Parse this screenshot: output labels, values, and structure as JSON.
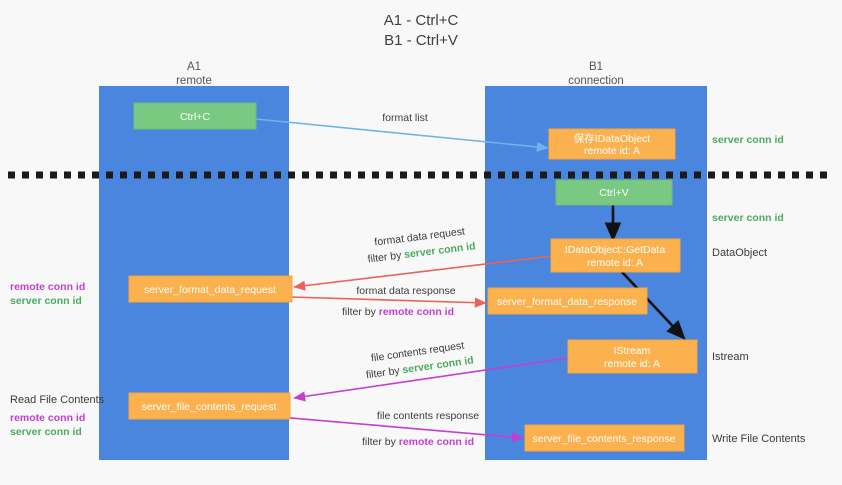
{
  "title": {
    "line1": "A1 - Ctrl+C",
    "line2": "B1 - Ctrl+V"
  },
  "lanes": [
    {
      "id": "a1",
      "name": "A1",
      "sub": "remote"
    },
    {
      "id": "b1",
      "name": "B1",
      "sub": "connection"
    }
  ],
  "colors": {
    "lane": "#4a86dd",
    "green_box": "#79c983",
    "orange_box": "#fcb14f",
    "server_conn": "#4caa5e",
    "remote_conn": "#c33fd0",
    "blue_arrow": "#6fb4e8",
    "red_arrow": "#e8635a",
    "magenta_arrow": "#c33fd0",
    "black_arrow": "#111111",
    "background": "#f8f8f8"
  },
  "boxes": {
    "ctrl_c": "Ctrl+C",
    "ctrl_v": "Ctrl+V",
    "save_dataobject_l1": "保存IDataObject",
    "save_dataobject_l2": "remote id: A",
    "getdata_l1": "IDataObject::GetData",
    "getdata_l2": "remote id: A",
    "istream_l1": "IStream",
    "istream_l2": "remote id: A",
    "format_data_request": "server_format_data_request",
    "format_data_response": "server_format_data_response",
    "file_contents_request": "server_file_contents_request",
    "file_contents_response": "server_file_contents_response"
  },
  "right_labels": {
    "server_conn_top": "server conn id",
    "server_conn_mid": "server conn id",
    "dataobject": "DataObject",
    "istream": "Istream",
    "write_file_contents": "Write File Contents"
  },
  "left_labels": {
    "remote_conn_1": "remote conn id",
    "server_conn_1": "server conn id",
    "read_file_contents": "Read File Contents",
    "remote_conn_2": "remote conn id",
    "server_conn_2": "server conn id"
  },
  "arrows": {
    "format_list": "format list",
    "format_data_request": "format data request",
    "format_data_request_filter_prefix": "filter by ",
    "format_data_request_filter_value": "server conn id",
    "format_data_response": "format data response",
    "format_data_response_filter_prefix": "filter by ",
    "format_data_response_filter_value": "remote conn id",
    "file_contents_request": "file contents request",
    "file_contents_request_filter_prefix": "filter by ",
    "file_contents_request_filter_value": "server conn id",
    "file_contents_response": "file contents response",
    "file_contents_response_filter_prefix": "filter by ",
    "file_contents_response_filter_value": "remote conn id"
  }
}
